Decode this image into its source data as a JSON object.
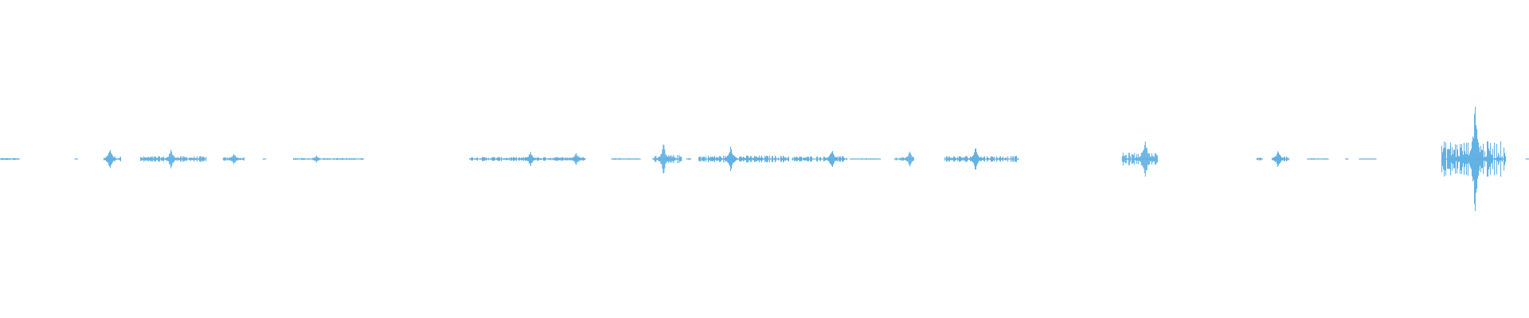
{
  "waveform": {
    "color": "#5aaee3",
    "background": "#ffffff",
    "segments": [
      {
        "t0": 0.0,
        "t1": 0.013,
        "peak": 0.03
      },
      {
        "t0": 0.049,
        "t1": 0.051,
        "peak": 0.01
      },
      {
        "t0": 0.068,
        "t1": 0.079,
        "peak": 0.08,
        "spike_at": 0.072
      },
      {
        "t0": 0.092,
        "t1": 0.135,
        "peak": 0.08,
        "spike_at": 0.112
      },
      {
        "t0": 0.146,
        "t1": 0.16,
        "peak": 0.05,
        "spike_at": 0.153
      },
      {
        "t0": 0.172,
        "t1": 0.174,
        "peak": 0.01
      },
      {
        "t0": 0.192,
        "t1": 0.238,
        "peak": 0.03,
        "spike_at": 0.207
      },
      {
        "t0": 0.307,
        "t1": 0.383,
        "peak": 0.06,
        "spike_at": 0.347
      },
      {
        "t0": 0.365,
        "t1": 0.383,
        "peak": 0.05,
        "spike_at": 0.377
      },
      {
        "t0": 0.4,
        "t1": 0.419,
        "peak": 0.02
      },
      {
        "t0": 0.427,
        "t1": 0.446,
        "peak": 0.12,
        "spike_at": 0.434
      },
      {
        "t0": 0.449,
        "t1": 0.452,
        "peak": 0.03
      },
      {
        "t0": 0.457,
        "t1": 0.516,
        "peak": 0.1,
        "spike_at": 0.478
      },
      {
        "t0": 0.518,
        "t1": 0.554,
        "peak": 0.08,
        "spike_at": 0.544
      },
      {
        "t0": 0.556,
        "t1": 0.576,
        "peak": 0.02
      },
      {
        "t0": 0.585,
        "t1": 0.598,
        "peak": 0.06,
        "spike_at": 0.595
      },
      {
        "t0": 0.618,
        "t1": 0.666,
        "peak": 0.09,
        "spike_at": 0.638
      },
      {
        "t0": 0.734,
        "t1": 0.757,
        "peak": 0.18,
        "spike_at": 0.749
      },
      {
        "t0": 0.822,
        "t1": 0.826,
        "peak": 0.04
      },
      {
        "t0": 0.832,
        "t1": 0.843,
        "peak": 0.07,
        "spike_at": 0.836
      },
      {
        "t0": 0.855,
        "t1": 0.869,
        "peak": 0.02
      },
      {
        "t0": 0.88,
        "t1": 0.882,
        "peak": 0.01
      },
      {
        "t0": 0.889,
        "t1": 0.9,
        "peak": 0.01
      },
      {
        "t0": 0.943,
        "t1": 0.985,
        "peak": 0.5,
        "spike_at": 0.965
      },
      {
        "t0": 0.998,
        "t1": 1.0,
        "peak": 0.01
      }
    ]
  }
}
